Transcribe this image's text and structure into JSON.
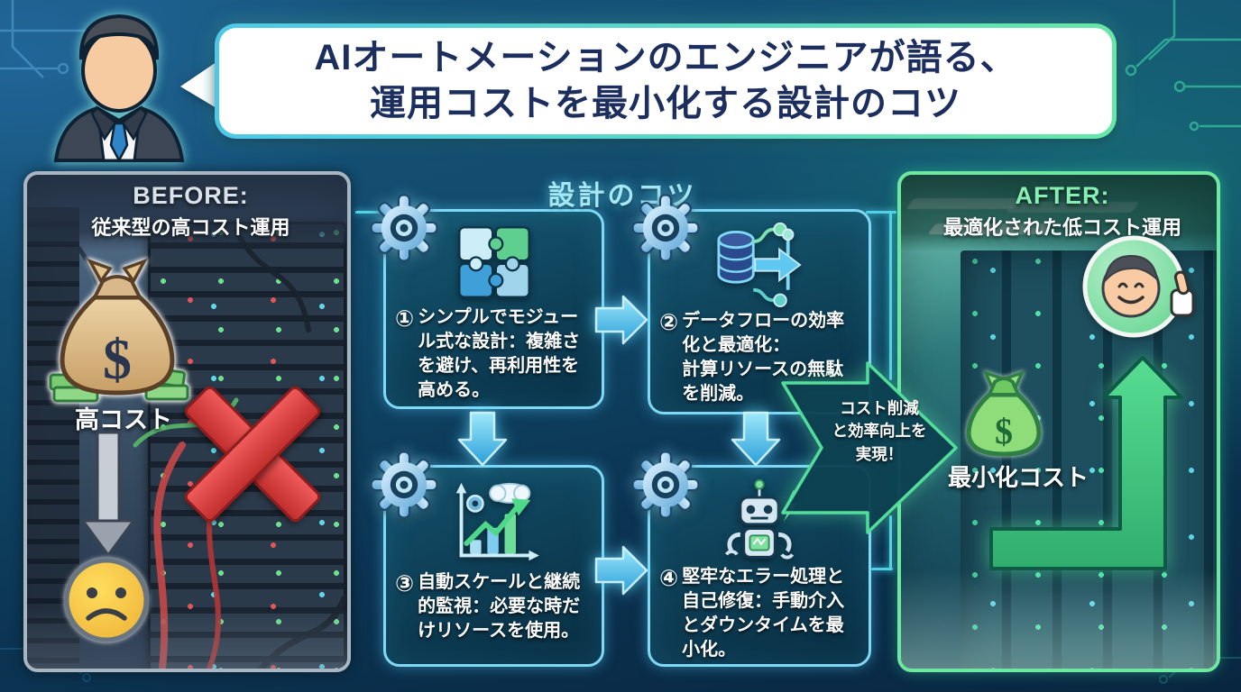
{
  "header": {
    "title": "AIオートメーションのエンジニアが語る、\n運用コストを最小化する設計のコツ",
    "speaker_icon": "engineer-avatar-icon"
  },
  "before_panel": {
    "label": "BEFORE:",
    "subtitle": "従来型の高コスト運用",
    "cost_label": "高コスト",
    "icons": [
      "money-bag-icon",
      "down-arrow-icon",
      "sad-face-icon",
      "red-x-icon",
      "server-rack"
    ]
  },
  "design_tips": {
    "heading": "設計のコツ",
    "steps": [
      {
        "number": "①",
        "text": "シンプルでモジュール式な設計：複雑さを避け、再利用性を高める。",
        "icon": "puzzle-icon"
      },
      {
        "number": "②",
        "text": "データフローの効率化と最適化：\n計算リソースの無駄を削減。",
        "icon": "dataflow-icon"
      },
      {
        "number": "③",
        "text": "自動スケールと継続的監視：必要な時だけリソースを使用。",
        "icon": "autoscale-chart-icon"
      },
      {
        "number": "④",
        "text": "堅牢なエラー処理と自己修復：手動介入とダウンタイムを最小化。",
        "icon": "robot-icon"
      }
    ],
    "result_caption": "コスト削減\nと効率向上を\n実現！"
  },
  "after_panel": {
    "label": "AFTER:",
    "subtitle": "最適化された低コスト運用",
    "cost_label": "最小化コスト",
    "icons": [
      "green-money-bag-icon",
      "growth-arrow-icon",
      "happy-avatar-icon",
      "thumbs-up-icon",
      "server-rack"
    ]
  },
  "colors": {
    "accent_cyan": "#55c9ec",
    "accent_green": "#57dd9b",
    "title_text": "#1c2e5e",
    "step_border": "#7fd8f5",
    "before_border": "#a9b6c2",
    "after_border": "#6ee7a1",
    "error_red": "#d93a3a",
    "money_gold": "#d9b98a",
    "sad_yellow": "#f5c542"
  }
}
